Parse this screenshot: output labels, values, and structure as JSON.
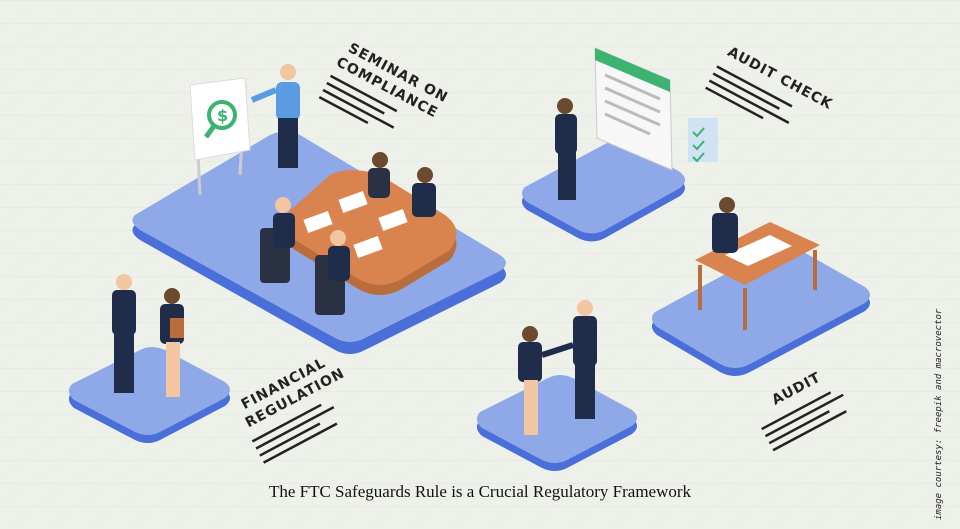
{
  "labels": {
    "seminar_line1": "SEMINAR ON",
    "seminar_line2": "COMPLIANCE",
    "audit_check": "AUDIT CHECK",
    "financial_line1": "FINANCIAL",
    "financial_line2": "REGULATION",
    "audit": "AUDIT"
  },
  "caption": "The FTC Safeguards Rule is a Crucial Regulatory Framework",
  "credit": "image courtesy: freepik and macrovector",
  "colors": {
    "background": "#eef0ea",
    "platform_top": "#8fa8e8",
    "platform_side": "#4a6fd8",
    "table": "#d9834f",
    "suit": "#1f2d4a",
    "shirt_blue": "#5b9be0",
    "chair": "#2a3142",
    "checkmark": "#3cb371"
  },
  "icons": [
    "dollar-magnifier-icon",
    "checklist-icon",
    "document-icon"
  ]
}
